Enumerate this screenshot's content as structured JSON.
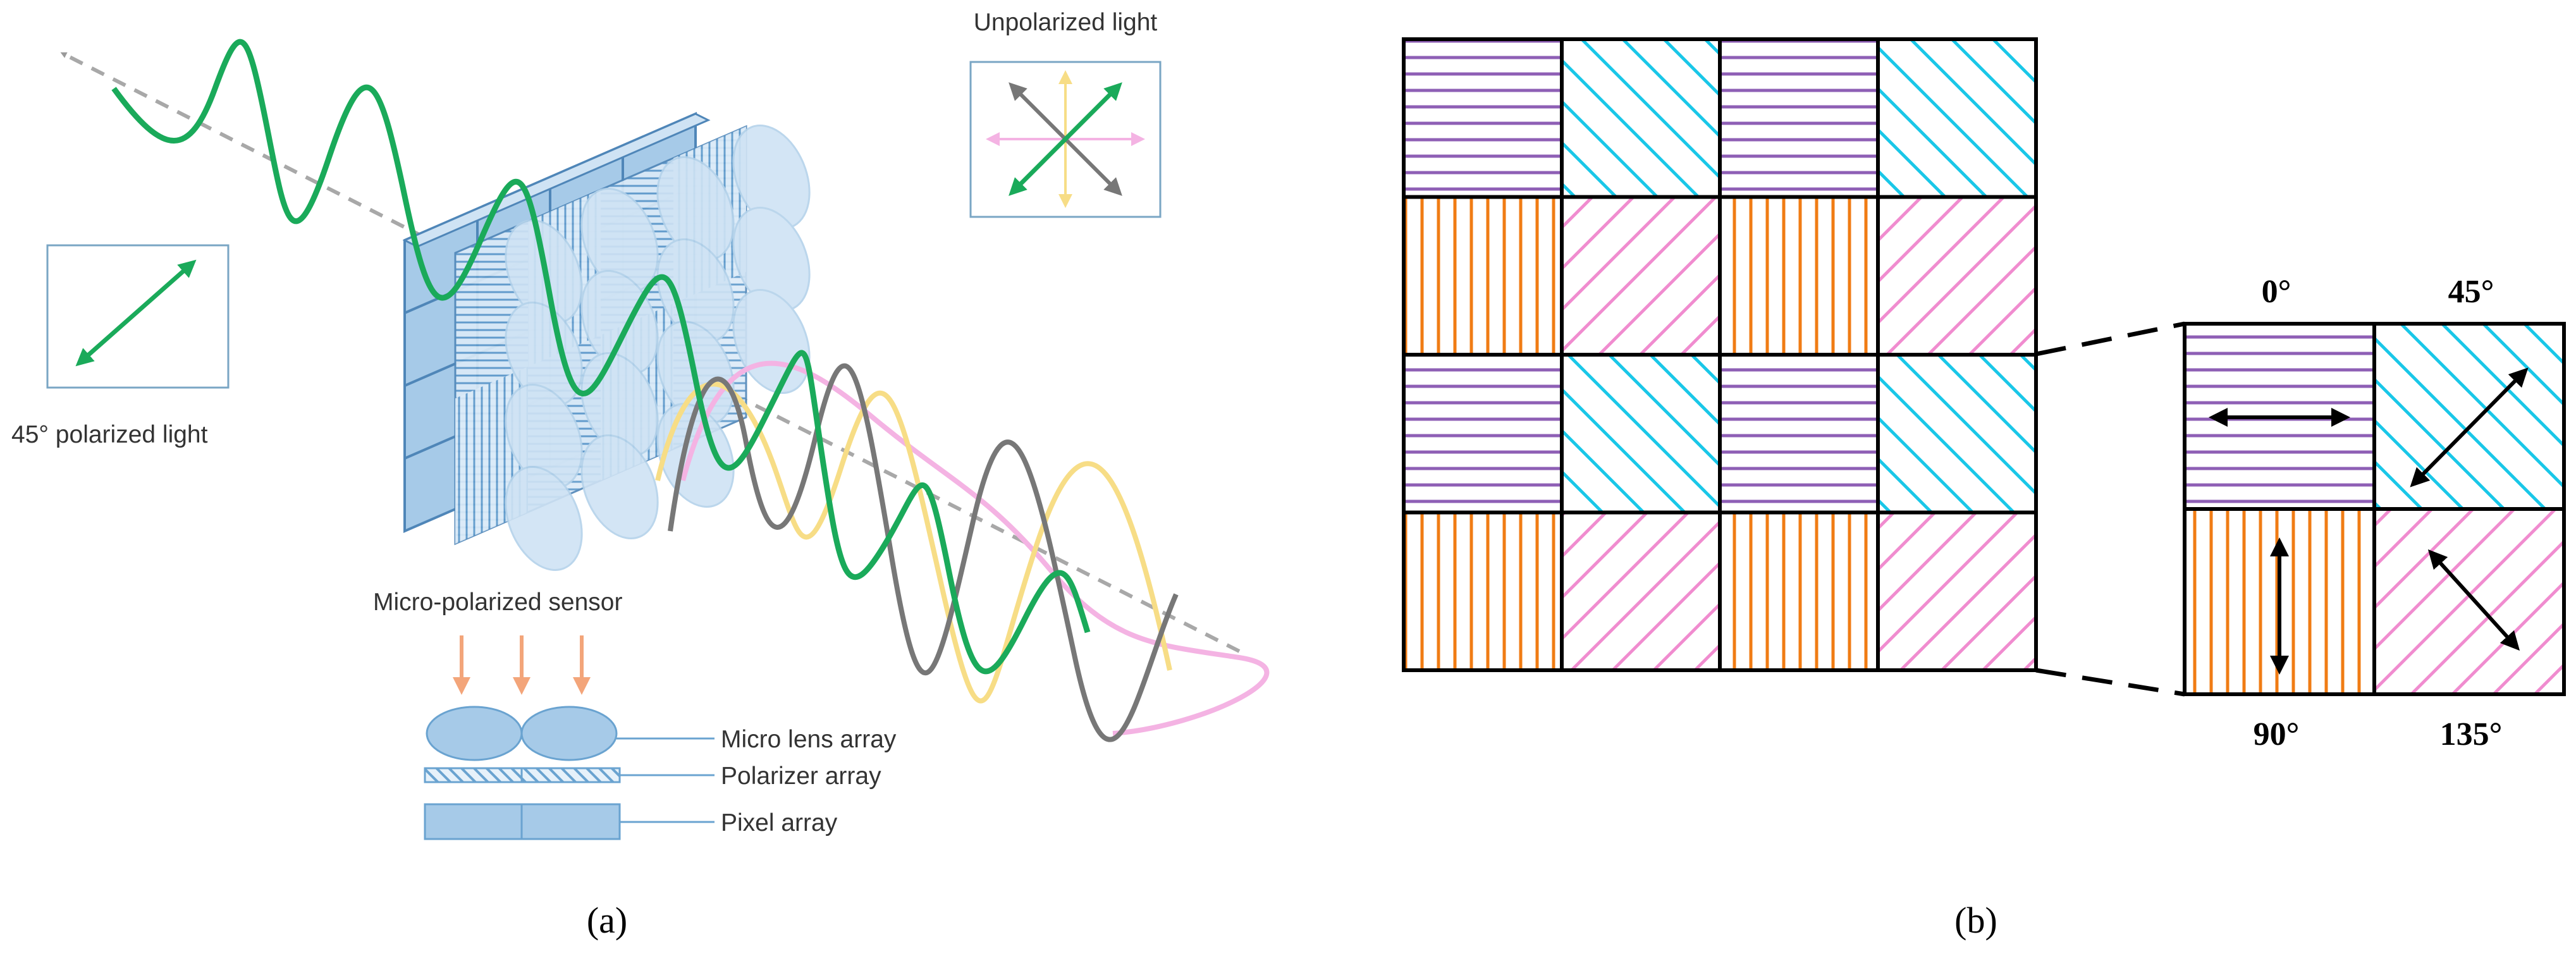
{
  "panel_a": {
    "caption": "(a)",
    "unpolarized_label": "Unpolarized light",
    "polarized_label": "45° polarized light",
    "sensor_label": "Micro-polarized sensor",
    "layers": [
      {
        "label": "Micro lens array"
      },
      {
        "label": "Polarizer array"
      },
      {
        "label": "Pixel array"
      }
    ]
  },
  "panel_b": {
    "caption": "(b)",
    "grid": [
      [
        0,
        45,
        0,
        45
      ],
      [
        90,
        135,
        90,
        135
      ],
      [
        0,
        45,
        0,
        45
      ],
      [
        90,
        135,
        90,
        135
      ]
    ],
    "angle_labels": {
      "a0": "0°",
      "a45": "45°",
      "a90": "90°",
      "a135": "135°"
    }
  },
  "colors": {
    "angle_0": "#8e5fb5",
    "angle_45": "#19c7e8",
    "angle_90": "#f07c14",
    "angle_135": "#f08ccf",
    "wave_green": "#1aaa5a",
    "wave_gray": "#777777",
    "wave_pink": "#f4b3e3",
    "wave_yellow": "#f7dd86",
    "arrow_orange": "#f3a57a",
    "sensor_blue": "#a6cae8",
    "box_border": "#7aa6c4"
  },
  "icons": {
    "unpolarized": "multi-direction-arrows-icon",
    "polarized": "diagonal-double-arrow-icon",
    "down_arrows": "down-arrow-icon"
  }
}
